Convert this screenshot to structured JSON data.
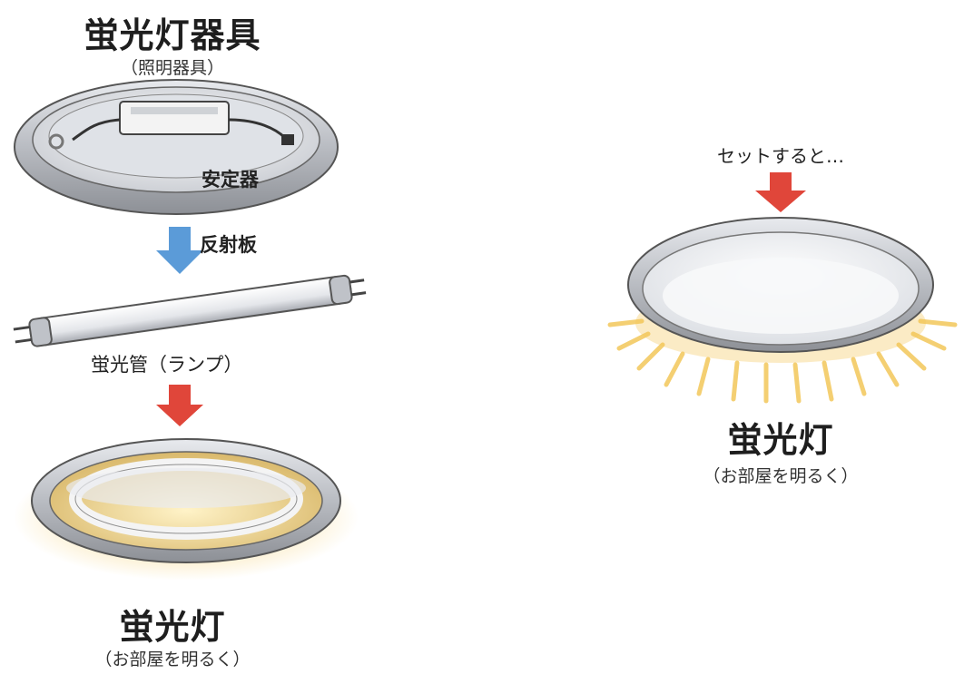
{
  "left": {
    "title": "蛍光灯器具",
    "subtitle": "（照明器具）",
    "ballast_label": "安定器",
    "reflector_label": "反射板",
    "tube_label": "蛍光管（ランプ）",
    "result_title": "蛍光灯",
    "result_subtitle": "（お部屋を明るく）"
  },
  "right": {
    "set_text": "セットすると…",
    "result_title": "蛍光灯",
    "result_subtitle": "（お部屋を明るく）"
  },
  "colors": {
    "red_arrow": "#e0463a",
    "blue_arrow": "#5b9bd8",
    "glow": "#f3c75a",
    "metal": "#b9bcc2"
  },
  "icons": [
    "fixture-illustration",
    "ballast-icon",
    "down-arrow-icon",
    "tube-lamp-icon",
    "lit-fixture-illustration",
    "ceiling-light-illustration"
  ]
}
